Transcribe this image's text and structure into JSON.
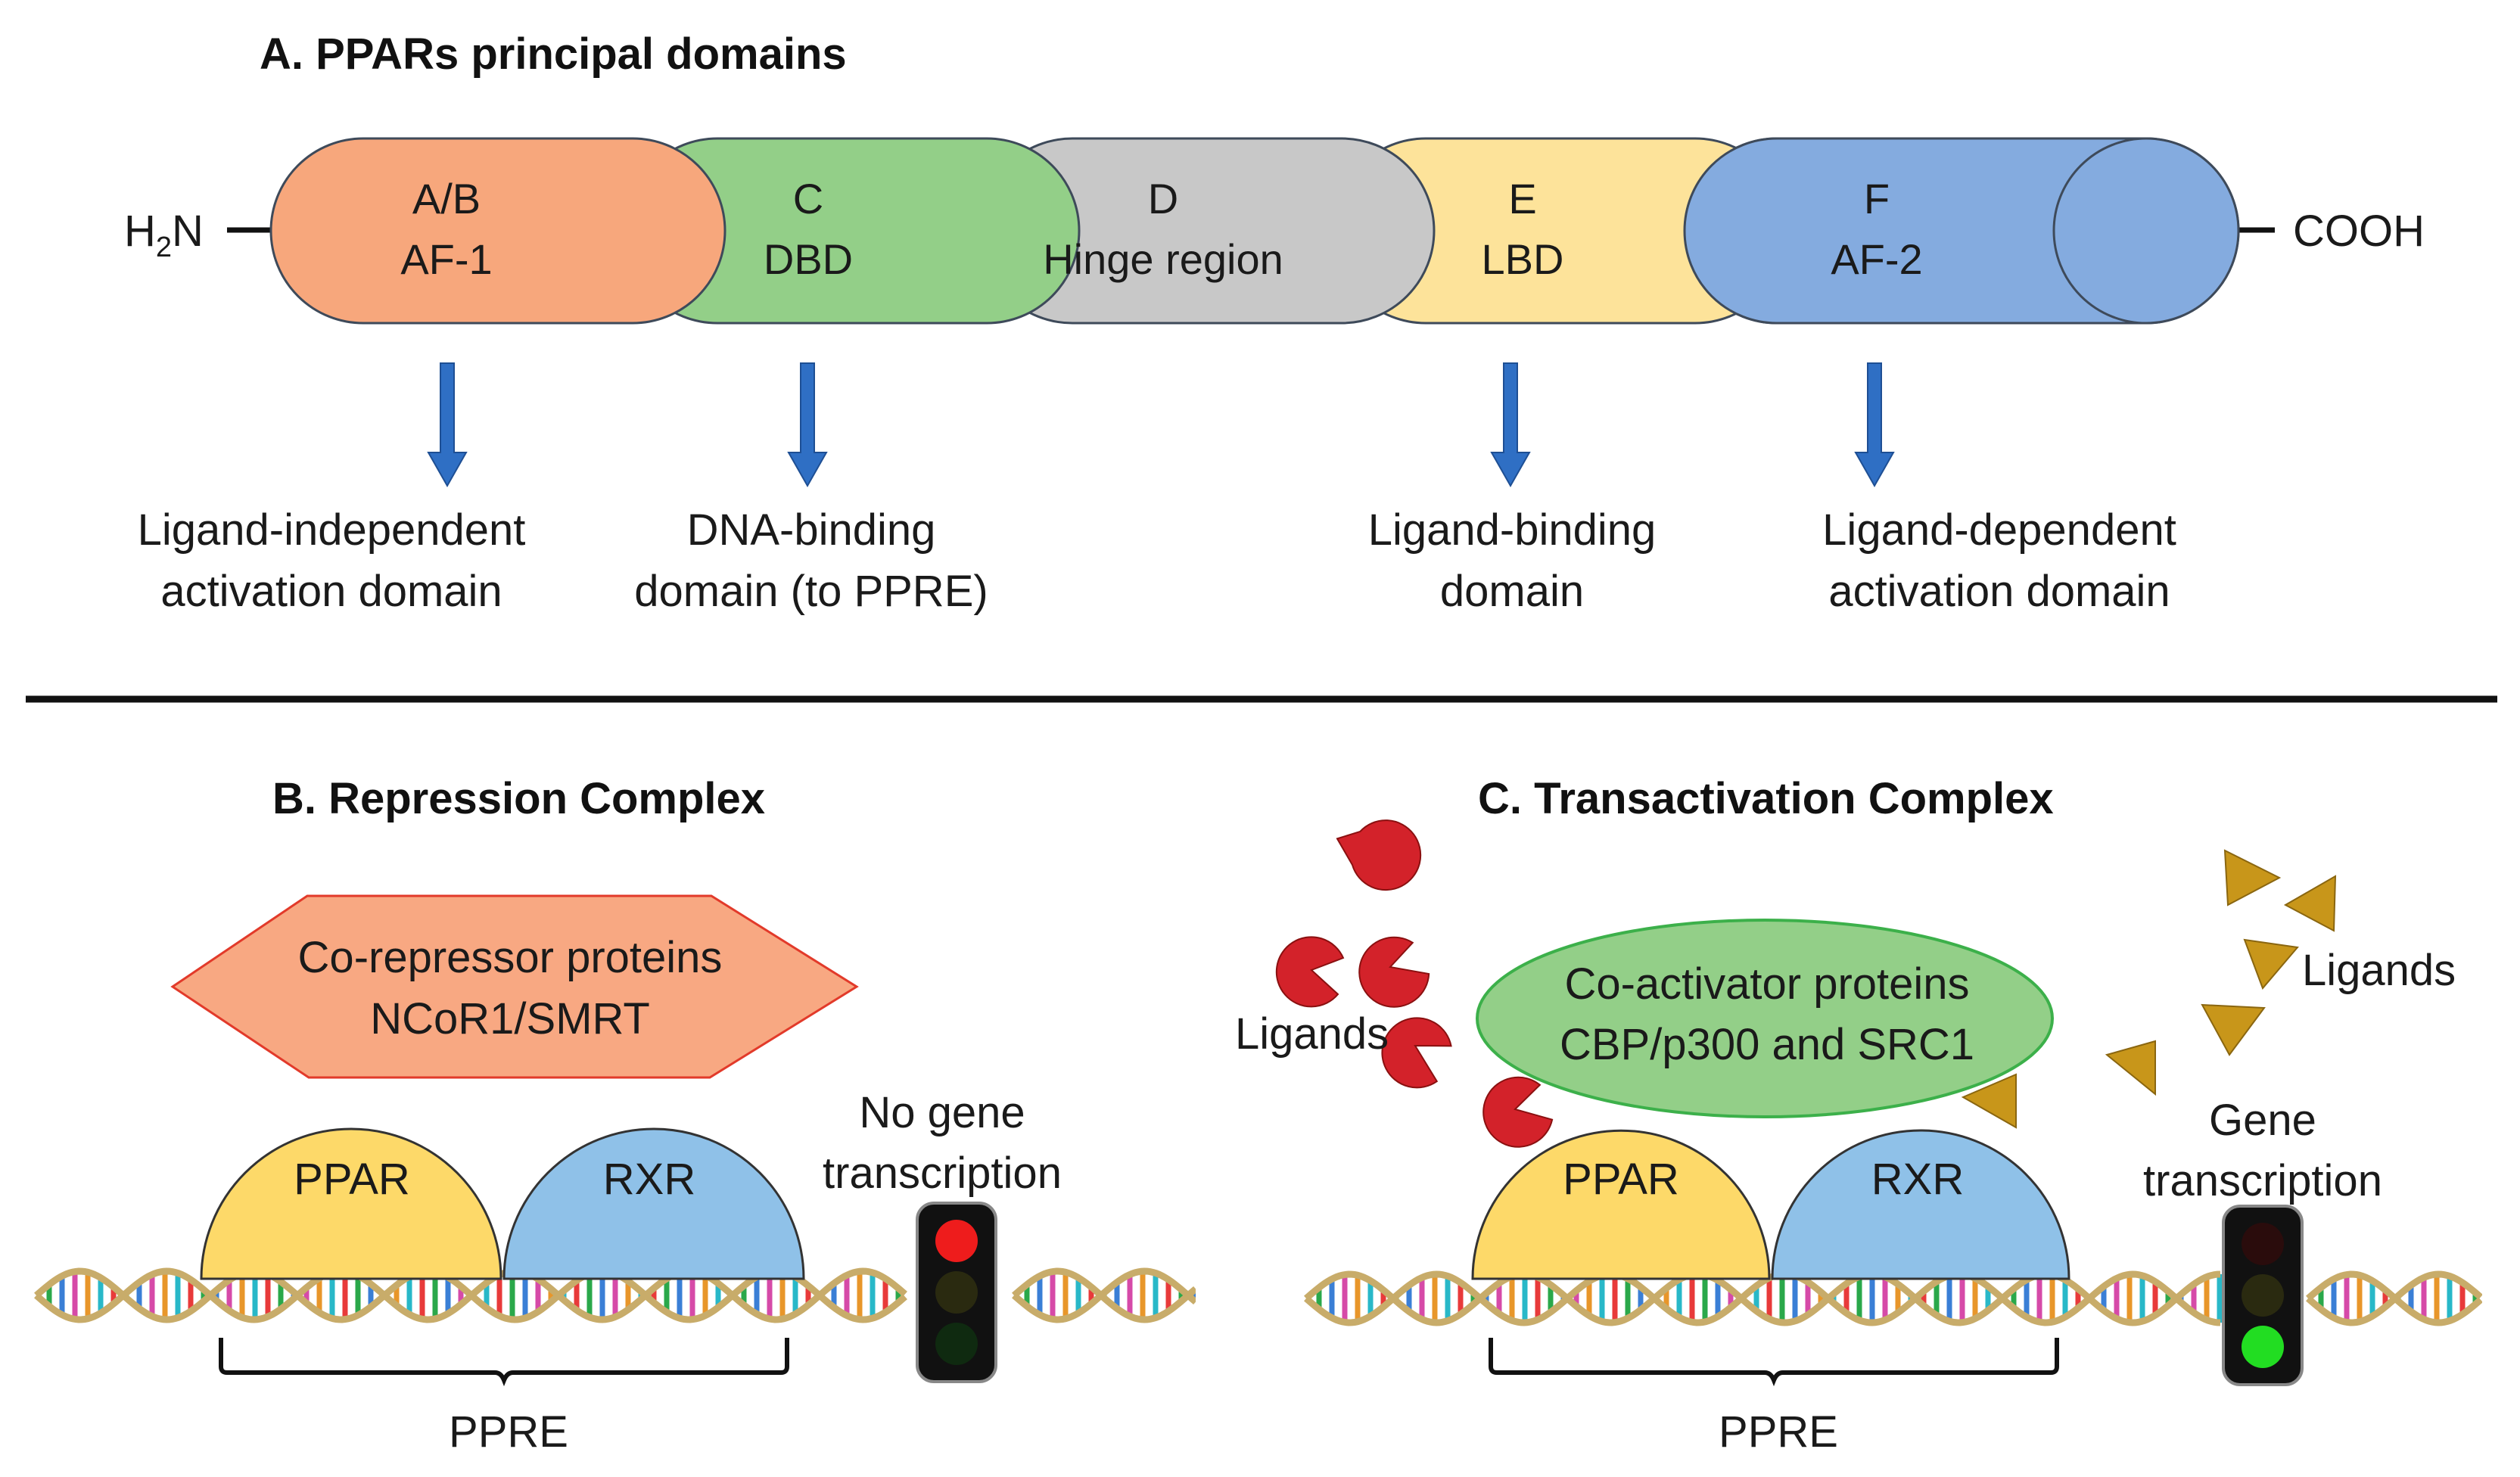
{
  "panel_a": {
    "title": "A. PPARs principal domains",
    "n_terminus": "H",
    "n_terminus_sub": "2",
    "n_terminus_tail": "N",
    "c_terminus": "COOH",
    "domains": [
      {
        "line1": "A/B",
        "line2": "AF-1",
        "color": "#f7a77c",
        "desc1": "Ligand-independent",
        "desc2": "activation domain"
      },
      {
        "line1": "C",
        "line2": "DBD",
        "color": "#93cf88",
        "desc1": "DNA-binding",
        "desc2": "domain (to PPRE)"
      },
      {
        "line1": "D",
        "line2": "Hinge region",
        "color": "#c8c8c8",
        "desc1": "",
        "desc2": ""
      },
      {
        "line1": "E",
        "line2": "LBD",
        "color": "#fde39a",
        "desc1": "Ligand-binding",
        "desc2": "domain"
      },
      {
        "line1": "F",
        "line2": "AF-2",
        "color": "#84abdf",
        "desc1": "Ligand-dependent",
        "desc2": "activation domain"
      }
    ]
  },
  "panel_b": {
    "title": "B. Repression Complex",
    "corepressor_line1": "Co-repressor proteins",
    "corepressor_line2": "NCoR1/SMRT",
    "ppar": "PPAR",
    "rxr": "RXR",
    "status_line1": "No gene",
    "status_line2": "transcription",
    "ppre": "PPRE",
    "light_active": "red"
  },
  "panel_c": {
    "title": "C. Transactivation Complex",
    "coactivator_line1": "Co-activator proteins",
    "coactivator_line2": "CBP/p300 and SRC1",
    "ppar": "PPAR",
    "rxr": "RXR",
    "ligands_left": "Ligands",
    "ligands_right": "Ligands",
    "status_line1": "Gene",
    "status_line2": "transcription",
    "ppre": "PPRE",
    "light_active": "green"
  },
  "colors": {
    "ppar": "#fdd969",
    "rxr": "#8fc1e8",
    "corepressor": "#f8a882",
    "coactivator": "#93cf88",
    "ligand_red": "#d3222a",
    "ligand_gold": "#c8961a",
    "arrow": "#2f6fc4"
  }
}
